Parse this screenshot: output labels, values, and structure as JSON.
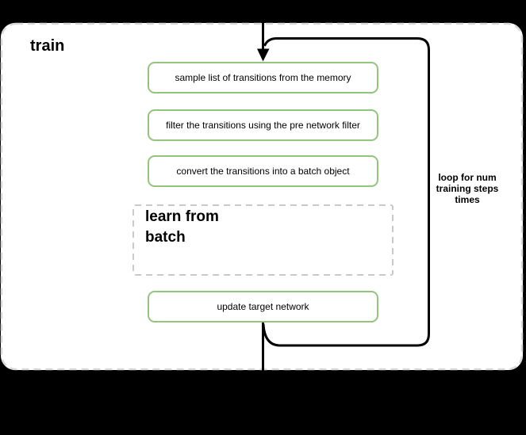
{
  "title": "train",
  "steps": [
    {
      "label": "sample list of transitions from the memory"
    },
    {
      "label": "filter the transitions using the pre network filter"
    },
    {
      "label": "convert the transitions into a batch object"
    }
  ],
  "subprocess": {
    "label": "learn from\nbatch"
  },
  "final_step": {
    "label": "update target network"
  },
  "loop_annotation": "loop for num\ntraining steps\ntimes",
  "icons": {
    "arrowhead": "down-arrow ▼"
  },
  "colors": {
    "background": "#000000",
    "container_bg": "#ffffff",
    "container_border": "#d9d9d9",
    "step_border": "#93c47d",
    "subprocess_border": "#c9c9c9",
    "flow_stroke": "#000000",
    "text": "#000000"
  }
}
